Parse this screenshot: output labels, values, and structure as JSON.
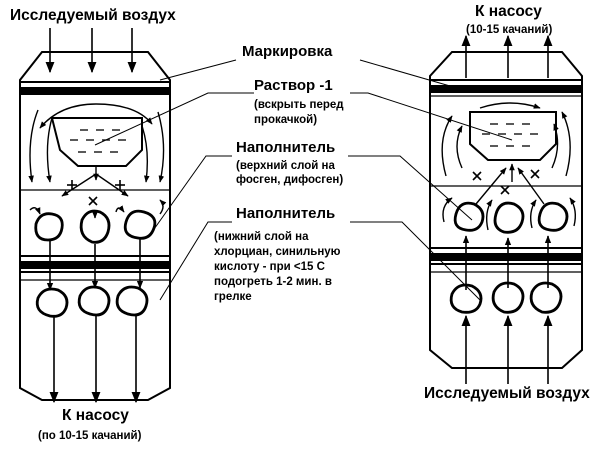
{
  "left_device": {
    "top_label": "Исследуемый воздух",
    "bottom_label": "К насосу",
    "bottom_sublabel": "(по 10-15 качаний)"
  },
  "right_device": {
    "top_label": "К насосу",
    "top_sublabel": "(10-15 качаний)",
    "bottom_label": "Исследуемый воздух"
  },
  "annotations": {
    "marking": "Маркировка",
    "solution_title": "Раствор -1",
    "solution_note": [
      "(вскрыть перед",
      "прокачкой)"
    ],
    "filler1_title": "Наполнитель",
    "filler1_note": [
      "(верхний слой на",
      "фосген, дифосген)"
    ],
    "filler2_title": "Наполнитель",
    "filler2_note": [
      "(нижний слой на",
      "хлорциан, синильную",
      "кислоту - при <15  С",
      "подогреть 1-2 мин. в",
      "грелке"
    ]
  },
  "colors": {
    "stroke": "#000000",
    "background": "#ffffff"
  }
}
